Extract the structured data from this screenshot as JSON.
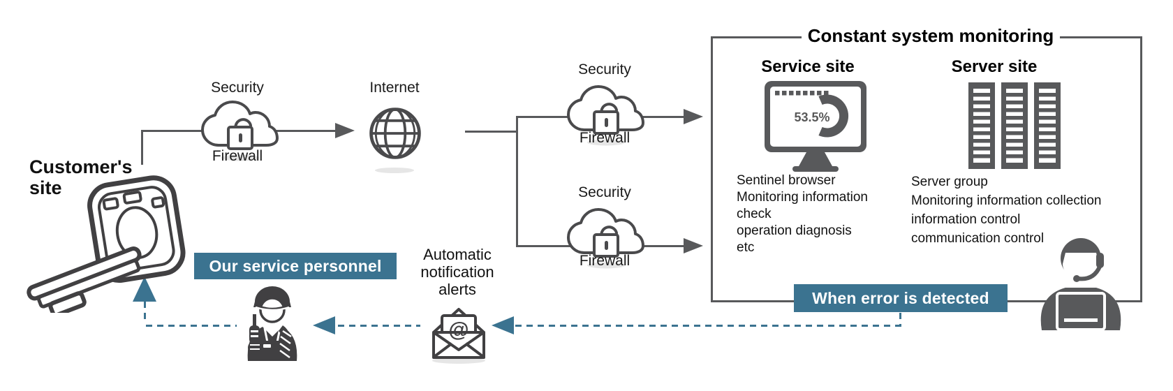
{
  "colors": {
    "accent_teal": "#3B7390",
    "icon_gray": "#58595B",
    "outline_gray": "#414042",
    "shadow_gray": "#E6E6E6",
    "text": "#1A1A1A"
  },
  "icons": {
    "customer": "ct-scanner-icon",
    "security": "cloud-padlock-icon",
    "internet": "globe-icon",
    "service_site": "monitor-gauge-icon",
    "server_site": "server-racks-icon",
    "operator": "support-operator-headset-icon",
    "alerts": "open-envelope-at-icon",
    "personnel": "technician-icon"
  },
  "customer_site": {
    "label": "Customer's site"
  },
  "network": {
    "security_label": "Security",
    "firewall_label": "Firewall",
    "internet_label": "Internet"
  },
  "monitoring": {
    "title": "Constant system monitoring",
    "service_site": {
      "heading": "Service site",
      "gauge_value": "53.5%",
      "lines": [
        "Sentinel browser",
        "Monitoring information",
        "check",
        "operation diagnosis",
        "etc"
      ]
    },
    "server_site": {
      "heading": "Server site",
      "lines": [
        "Server group",
        "Monitoring information collection",
        "information control",
        "communication control"
      ]
    },
    "error_badge": "When error is detected"
  },
  "alerts": {
    "label_lines": [
      "Automatic",
      "notification",
      "alerts"
    ],
    "at_symbol": "@"
  },
  "personnel": {
    "badge": "Our service personnel"
  }
}
